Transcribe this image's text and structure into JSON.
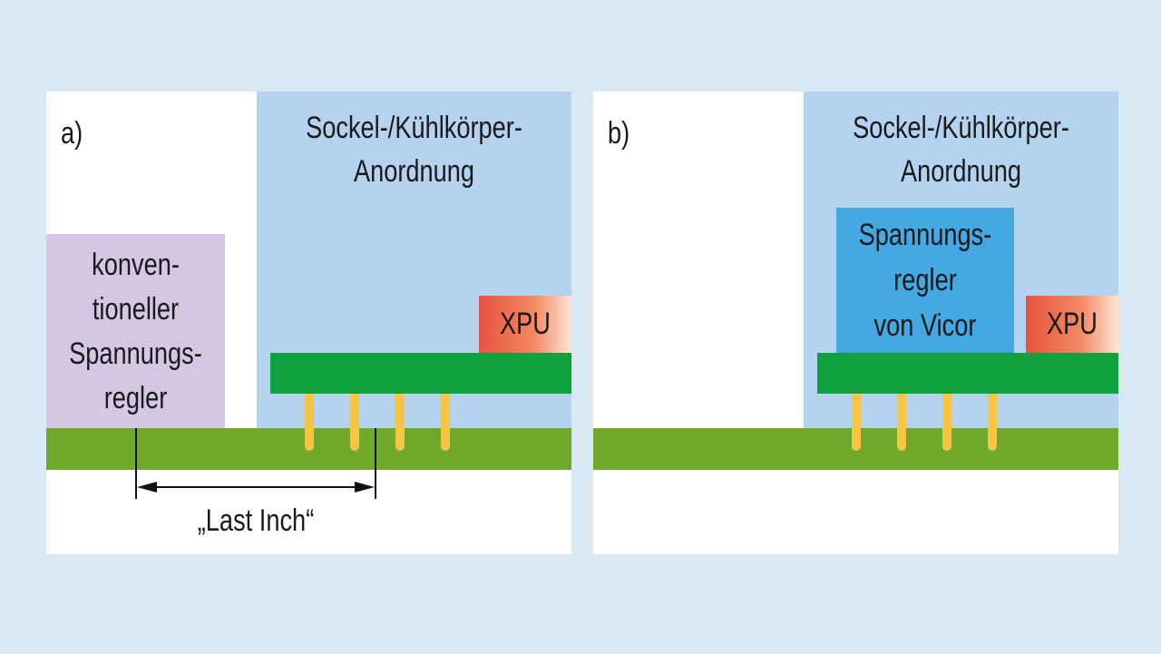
{
  "panel_a": {
    "label": "a)",
    "socket_line1": "Sockel-/Kühlkörper-",
    "socket_line2": "Anordnung",
    "xpu": "XPU",
    "regulator_lines": [
      "konven-",
      "tioneller",
      "Spannungs-",
      "regler"
    ],
    "dimension_label": "„Last Inch“"
  },
  "panel_b": {
    "label": "b)",
    "socket_line1": "Sockel-/Kühlkörper-",
    "socket_line2": "Anordnung",
    "xpu": "XPU",
    "regulator_lines": [
      "Spannungs-",
      "regler",
      "von Vicor"
    ]
  },
  "colors": {
    "background": "#d9e9f3",
    "socket": "#b5d3ef",
    "pcb": "#6fa82a",
    "board": "#11a03e",
    "pins": "#f6c544",
    "xpu": "#e8523f",
    "conventional_regulator": "#d5c6e3",
    "vicor_regulator": "#44a9e3"
  }
}
